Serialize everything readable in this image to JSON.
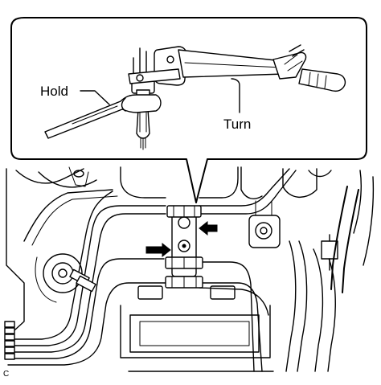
{
  "labels": {
    "hold": "Hold",
    "turn": "Turn",
    "figure_code": "C"
  },
  "colors": {
    "line": "#000000",
    "background": "#ffffff"
  },
  "icons": {
    "left_arrow": "arrow-left-icon",
    "right_arrow": "arrow-right-icon"
  }
}
